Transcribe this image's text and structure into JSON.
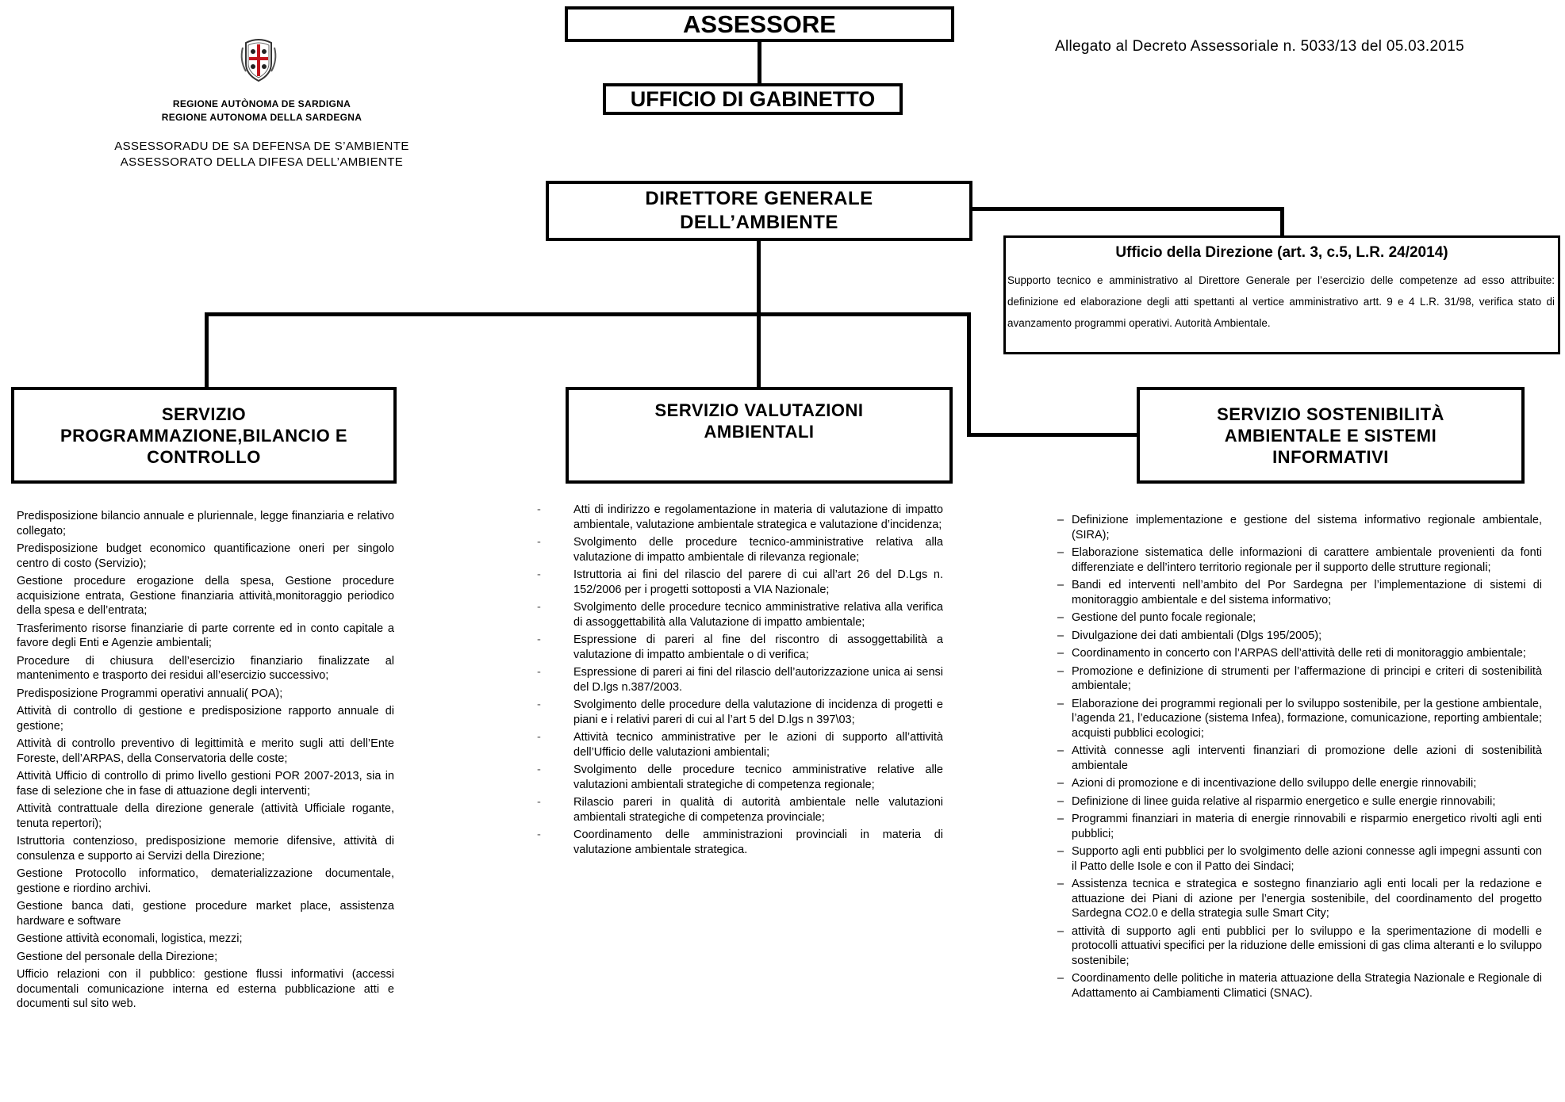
{
  "header": {
    "emblem": "sardinia-coat-of-arms",
    "region_line1": "REGIONE AUTÒNOMA DE SARDIGNA",
    "region_line2": "REGIONE AUTONOMA DELLA SARDEGNA",
    "dept_line1": "ASSESSORADU DE SA DEFENSA DE S’AMBIENTE",
    "dept_line2": "ASSESSORATO DELLA DIFESA DELL’AMBIENTE",
    "annex_note": "Allegato al Decreto Assessoriale  n. 5033/13 del 05.03.2015"
  },
  "boxes": {
    "assessore": "ASSESSORE",
    "gabinetto": "UFFICIO DI GABINETTO",
    "direttore_l1": "DIRETTORE GENERALE",
    "direttore_l2": "DELL’AMBIENTE"
  },
  "ufficio_direzione": {
    "title": "Ufficio della Direzione (art. 3, c.5, L.R. 24/2014)",
    "text": "Supporto tecnico e amministrativo al Direttore Generale per l’esercizio delle competenze ad esso attribuite: definizione ed  elaborazione degli atti spettanti al vertice amministrativo artt. 9 e 4 L.R. 31/98, verifica stato di avanzamento programmi operativi. Autorità Ambientale."
  },
  "services": [
    {
      "title_l1": "SERVIZIO",
      "title_l2": "PROGRAMMAZIONE,BILANCIO E",
      "title_l3": "CONTROLLO",
      "items": [
        "Predisposizione  bilancio annuale e pluriennale,  legge finanziaria e relativo collegato;",
        "Predisposizione budget economico  quantificazione oneri per singolo centro di costo (Servizio);",
        "Gestione procedure erogazione della spesa, Gestione procedure acquisizione  entrata, Gestione finanziaria attività,monitoraggio periodico della spesa e dell’entrata;",
        "Trasferimento risorse finanziarie di parte corrente ed in conto capitale a favore degli Enti e Agenzie ambientali;",
        "Procedure di chiusura dell’esercizio finanziario finalizzate al mantenimento e  trasporto dei residui all’esercizio successivo;",
        "Predisposizione Programmi operativi annuali( POA);",
        "Attività di controllo di gestione e predisposizione rapporto annuale di gestione;",
        "Attività di controllo preventivo di legittimità e merito sugli atti dell’Ente Foreste, dell’ARPAS, della Conservatoria delle coste;",
        "Attività  Ufficio di controllo di primo livello gestioni  POR 2007-2013, sia in fase di selezione che in fase di attuazione degli interventi;",
        "Attività contrattuale della direzione generale (attività Ufficiale rogante, tenuta repertori);",
        "Istruttoria contenzioso, predisposizione memorie difensive, attività di consulenza e supporto ai Servizi della Direzione;",
        "Gestione  Protocollo  informatico,  dematerializzazione documentale, gestione e riordino archivi.",
        "Gestione banca dati, gestione procedure market place, assistenza hardware e software",
        "Gestione attività economali, logistica, mezzi;",
        "Gestione del personale della Direzione;",
        "Ufficio relazioni con il pubblico: gestione flussi informativi (accessi documentali comunicazione interna ed esterna pubblicazione atti e documenti sul sito web."
      ]
    },
    {
      "title_l1": "SERVIZIO VALUTAZIONI",
      "title_l2": "AMBIENTALI",
      "title_l3": "",
      "items": [
        "Atti di indirizzo e regolamentazione in materia di valutazione di impatto ambientale, valutazione ambientale strategica e valutazione d’incidenza;",
        "Svolgimento delle  procedure tecnico-amministrative relativa alla valutazione di impatto ambientale di rilevanza regionale;",
        "Istruttoria ai fini del rilascio del parere di cui all’art 26 del D.Lgs n. 152/2006 per i progetti sottoposti a VIA Nazionale;",
        "Svolgimento delle  procedure tecnico amministrative relativa alla  verifica di assoggettabilità alla Valutazione di impatto ambientale;",
        "Espressione di pareri al fine del riscontro  di assoggettabilità a valutazione di impatto ambientale  o di verifica;",
        "Espressione di pareri ai fini del rilascio dell’autorizzazione unica ai sensi del D.lgs n.387/2003.",
        "Svolgimento delle procedure della valutazione di incidenza di progetti e piani e i relativi pareri di cui al l’art 5 del D.lgs n 397\\03;",
        "Attività tecnico amministrative per le azioni di supporto all’attività dell’Ufficio delle valutazioni ambientali;",
        "Svolgimento delle procedure tecnico amministrative relative alle valutazioni ambientali strategiche di competenza regionale;",
        "Rilascio pareri in qualità di autorità ambientale nelle valutazioni ambientali strategiche di competenza provinciale;",
        "Coordinamento delle amministrazioni provinciali in materia di valutazione ambientale strategica."
      ]
    },
    {
      "title_l1": "SERVIZIO SOSTENIBILITÀ",
      "title_l2": "AMBIENTALE  E SISTEMI",
      "title_l3": "INFORMATIVI",
      "items": [
        "Definizione implementazione e gestione  del sistema informativo regionale ambientale, (SIRA);",
        "Elaborazione sistematica delle informazioni di carattere ambientale provenienti da fonti differenziate e dell’intero territorio regionale per il supporto delle strutture regionali;",
        " Bandi ed interventi nell’ambito del Por Sardegna per l’implementazione di sistemi di monitoraggio ambientale e del sistema informativo;",
        " Gestione del punto focale regionale;",
        "Divulgazione dei dati ambientali (Dlgs 195/2005);",
        "Coordinamento in concerto  con l’ARPAS dell’attività delle reti di monitoraggio ambientale;",
        "Promozione e definizione di strumenti per l’affermazione di principi e criteri di sostenibilità ambientale;",
        "Elaborazione dei programmi regionali per lo sviluppo sostenibile, per la gestione ambientale, l’agenda 21, l’educazione (sistema Infea), formazione, comunicazione, reporting ambientale; acquisti pubblici ecologici;",
        "Attività connesse agli interventi finanziari di promozione delle azioni di sostenibilità ambientale",
        "Azioni di promozione e di incentivazione dello sviluppo delle energie rinnovabili;",
        "Definizione di linee guida relative al risparmio energetico e sulle energie rinnovabili;",
        "Programmi finanziari in materia di energie rinnovabili e risparmio energetico rivolti agli enti pubblici;",
        "Supporto agli enti pubblici per lo svolgimento delle azioni connesse agli impegni assunti con il Patto delle Isole e con il Patto dei Sindaci;",
        "Assistenza tecnica e strategica e sostegno finanziario agli enti locali per la redazione e attuazione dei Piani di azione per l’energia sostenibile, del coordinamento del progetto Sardegna CO2.0 e della strategia sulle Smart City;",
        "attività di supporto agli enti pubblici per lo sviluppo e la sperimentazione di modelli e protocolli attuativi specifici per la riduzione delle emissioni di gas clima alteranti e lo sviluppo sostenibile;",
        "Coordinamento delle politiche in materia attuazione della Strategia Nazionale e Regionale di Adattamento ai Cambiamenti Climatici (SNAC)."
      ]
    }
  ]
}
